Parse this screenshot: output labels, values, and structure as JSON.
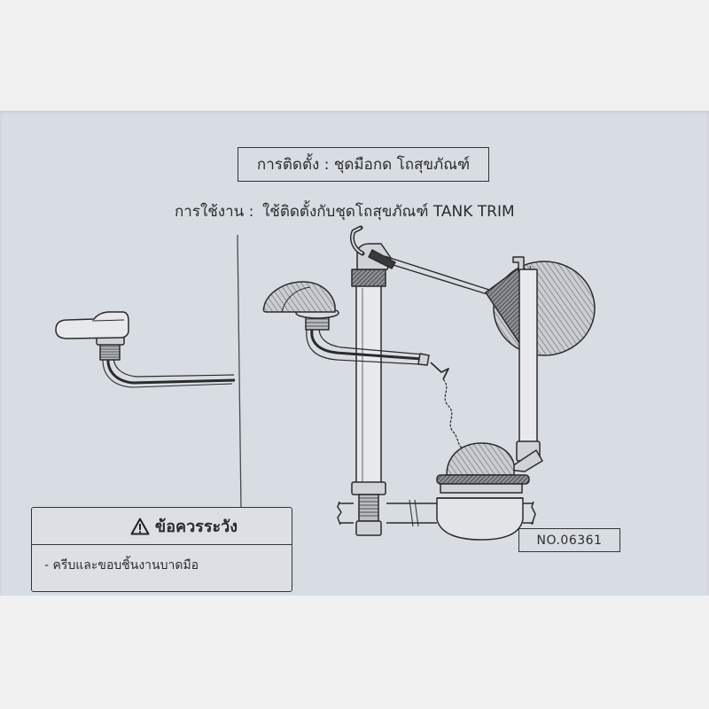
{
  "colors": {
    "paper": "#f1f1f1",
    "card": "#d8dde3",
    "ink": "#2b2b2b"
  },
  "title": "การติดตั้ง : ชุดมือกด โถสุขภัณฑ์",
  "usage": {
    "label": "การใช้งาน :",
    "text": "ใช้ติดตั้งกับชุดโถสุขภัณฑ์ TANK TRIM"
  },
  "warning": {
    "icon": "warning-triangle-icon",
    "heading": "ข้อควรระวัง",
    "items": [
      "- ครีบและขอบชิ้นงานบาดมือ"
    ]
  },
  "model_number": "NO.06361"
}
